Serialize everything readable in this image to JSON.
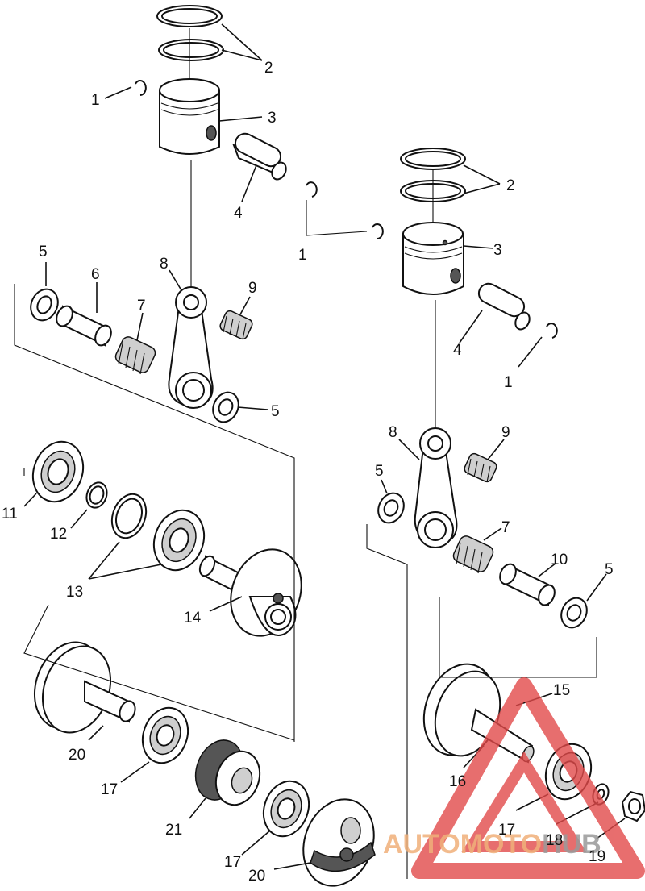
{
  "callouts": [
    "1",
    "2",
    "3",
    "4",
    "5",
    "6",
    "7",
    "8",
    "9",
    "10",
    "11",
    "12",
    "13",
    "14",
    "15",
    "16",
    "17",
    "18",
    "19",
    "20",
    "21"
  ],
  "watermark": {
    "part1": "AUTOMOTO",
    "part2": "HUB",
    "color_main": "#f0b07a",
    "color_hub": "#9a9a9a",
    "logo_color": "#e24a4a"
  }
}
